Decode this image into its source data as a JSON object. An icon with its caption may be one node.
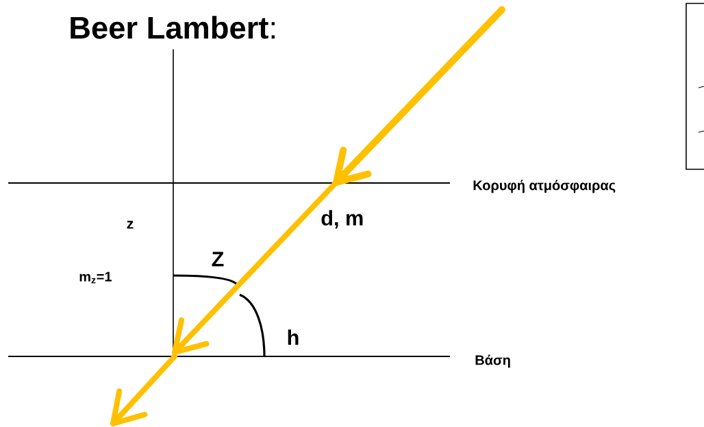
{
  "diagram": {
    "title": "**Beer Lambert**:",
    "labels": [
      "Κορυφή ατμόσφαιρας",
      "z",
      "d, m",
      "Z",
      "m$_{z}$=1",
      "h",
      "Βάση"
    ]
  }
}
